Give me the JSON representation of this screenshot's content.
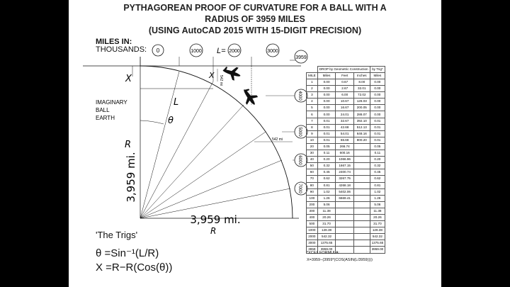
{
  "title": {
    "line1": "PYTHAGOREAN PROOF OF CURVATURE FOR A BALL WITH A",
    "line2": "RADIUS OF 3959 MILES",
    "line3": "(USING AutoCAD 2015 WITH 15-DIGIT PRECISION)"
  },
  "scale_header": {
    "line1": "MILES IN:",
    "line2": "THOUSANDS:"
  },
  "markers": [
    "0",
    "1000",
    "2000",
    "3000",
    "3959",
    "4000",
    "5000",
    "6000",
    "7000"
  ],
  "l_label": "L=",
  "diagram": {
    "x_label": "X",
    "l_label": "L",
    "theta": "θ",
    "imaginary": [
      "IMAGINARY",
      "BALL",
      "EARTH"
    ],
    "r_vertical": "R",
    "radius_vertical": "3,959 mi.",
    "radius_horizontal": "3,959 mi.",
    "r_horizontal": "R",
    "dim_542_top": "542 mi",
    "dim_542_side": "542 mi"
  },
  "trigs": {
    "title": "'The Trigs'",
    "eq1": "θ =Sin⁻¹(L/R)",
    "eq2": "X =R−R(Cos(θ))"
  },
  "table": {
    "group_header": "DROP by Geometric Construction",
    "trig_header": "by Trig*",
    "columns": [
      "MILE",
      "Miles",
      "Feet",
      "Inches",
      "Miles"
    ],
    "rows": [
      [
        "1",
        "0.00",
        "0.67",
        "8.00",
        "0.00"
      ],
      [
        "2",
        "0.00",
        "2.67",
        "32.01",
        "0.00"
      ],
      [
        "3",
        "0.00",
        "6.00",
        "72.02",
        "0.00"
      ],
      [
        "4",
        "0.00",
        "10.67",
        "128.03",
        "0.00"
      ],
      [
        "5",
        "0.00",
        "16.67",
        "200.05",
        "0.00"
      ],
      [
        "6",
        "0.00",
        "24.01",
        "288.07",
        "0.00"
      ],
      [
        "7",
        "0.01",
        "32.67",
        "392.10",
        "0.01"
      ],
      [
        "8",
        "0.01",
        "42.68",
        "512.13",
        "0.01"
      ],
      [
        "9",
        "0.01",
        "54.01",
        "648.16",
        "0.01"
      ],
      [
        "10",
        "0.01",
        "66.68",
        "800.20",
        "0.01"
      ],
      [
        "20",
        "0.05",
        "266.74",
        "",
        "0.05"
      ],
      [
        "30",
        "0.11",
        "600.16",
        "",
        "0.11"
      ],
      [
        "40",
        "0.20",
        "1066.96",
        "",
        "0.20"
      ],
      [
        "50",
        "0.32",
        "1667.15",
        "",
        "0.32"
      ],
      [
        "60",
        "0.45",
        "2400.74",
        "",
        "0.45"
      ],
      [
        "70",
        "0.62",
        "3267.75",
        "",
        "0.62"
      ],
      [
        "80",
        "0.81",
        "4268.18",
        "",
        "0.81"
      ],
      [
        "90",
        "1.02",
        "5402.06",
        "",
        "1.02"
      ],
      [
        "100",
        "1.26",
        "6669.41",
        "",
        "1.26"
      ],
      [
        "200",
        "5.06",
        "",
        "",
        "5.06"
      ],
      [
        "300",
        "11.38",
        "",
        "",
        "11.38"
      ],
      [
        "400",
        "20.26",
        "",
        "",
        "20.26"
      ],
      [
        "500",
        "31.70",
        "",
        "",
        "31.70"
      ],
      [
        "1000",
        "128.38",
        "",
        "",
        "128.38"
      ],
      [
        "2000",
        "542.32",
        "",
        "",
        "542.32"
      ],
      [
        "3000",
        "1375.65",
        "",
        "",
        "1375.65"
      ],
      [
        "3959",
        "3959.00",
        "",
        "",
        "3959.00"
      ]
    ]
  },
  "formula": {
    "label": "*XCEL FORMULA:",
    "text": "X=3959−(3959*(COS(ASIN(L/3959))))"
  }
}
